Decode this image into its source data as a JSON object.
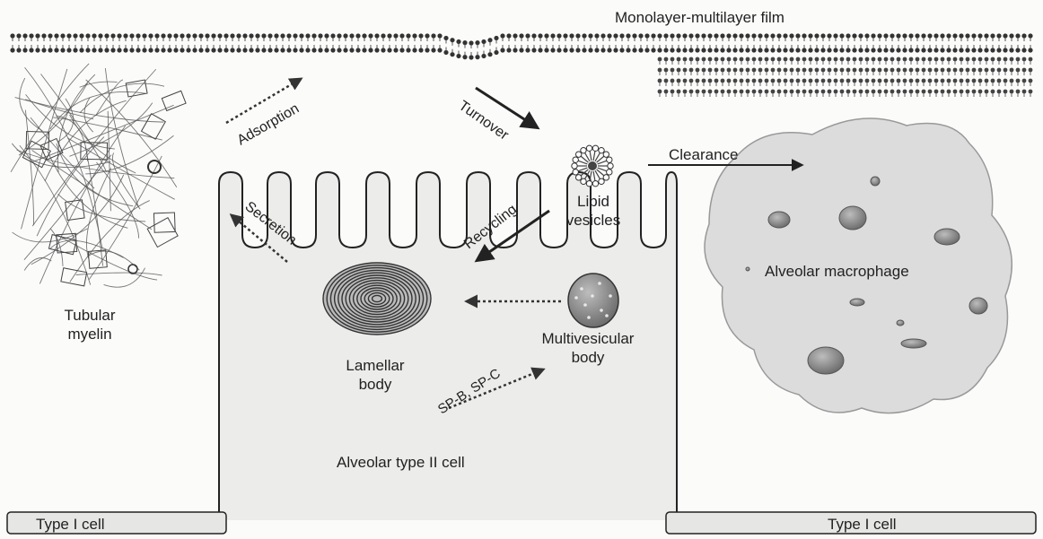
{
  "labels": {
    "film": "Monolayer-multilayer film",
    "tubular_myelin_line1": "Tubular",
    "tubular_myelin_line2": "myelin",
    "adsorption": "Adsorption",
    "secretion": "Secretion",
    "turnover": "Turnover",
    "recycling": "Recycling",
    "lipid_vesicles_line1": "Lipid",
    "lipid_vesicles_line2": "vesicles",
    "clearance": "Clearance",
    "alveolar_macrophage": "Alveolar macrophage",
    "lamellar_body_line1": "Lamellar",
    "lamellar_body_line2": "body",
    "multivesicular_body_line1": "Multivesicular",
    "multivesicular_body_line2": "body",
    "sp_b_sp_c": "SP-B, SP-C",
    "alveolar_type_ii_cell": "Alveolar type II cell",
    "type_i_cell_left": "Type I cell",
    "type_i_cell_right": "Type I cell"
  },
  "colors": {
    "ink": "#222222",
    "cell_fill": "#ececea",
    "macrophage_fill": "#dcdcdc",
    "organelle_fill": "#9a9a9a",
    "background": "#fbfbfa"
  }
}
